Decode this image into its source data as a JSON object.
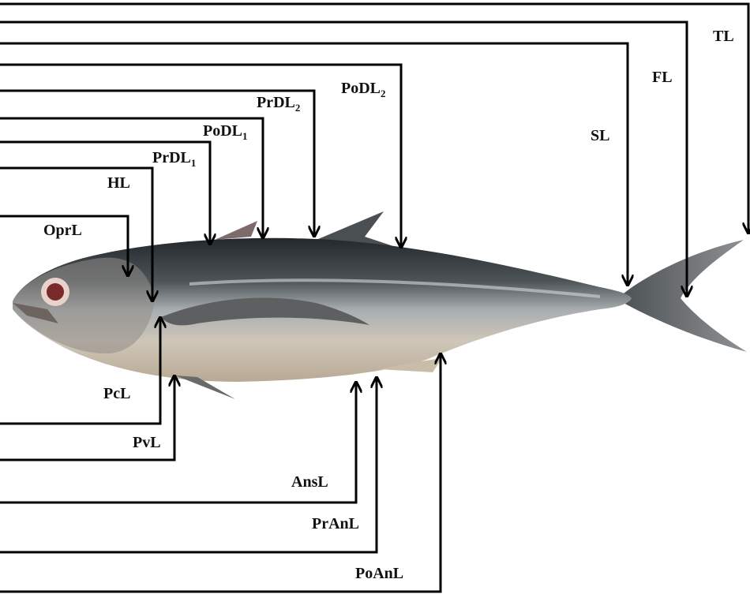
{
  "image": {
    "subject": "fish",
    "colors": {
      "background": "#ffffff",
      "lines": "#000000",
      "fish_back": "#2f3438",
      "fish_side": "#9ea4a6",
      "fish_belly": "#d9cdbd",
      "eye": "#7a2a2a"
    }
  },
  "labels": {
    "TL": "TL",
    "FL": "FL",
    "SL": "SL",
    "PoDL2_main": "PoDL",
    "PoDL2_sub": "2",
    "PrDL2_main": "PrDL",
    "PrDL2_sub": "2",
    "PoDL1_main": "PoDL",
    "PoDL1_sub": "1",
    "PrDL1_main": "PrDL",
    "PrDL1_sub": "1",
    "HL": "HL",
    "OprL": "OprL",
    "PcL": "PcL",
    "PvL": "PvL",
    "AnsL": "AnsL",
    "PrAnL": "PrAnL",
    "PoAnL": "PoAnL"
  }
}
